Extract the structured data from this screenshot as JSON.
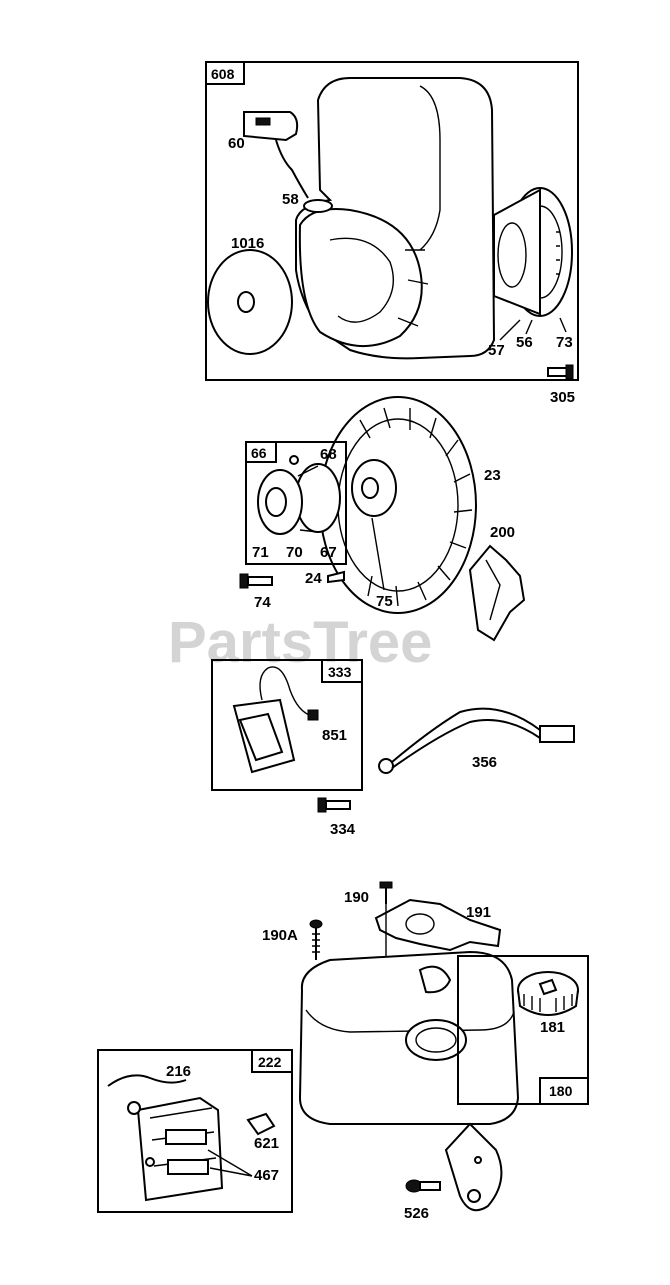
{
  "watermark": "PartsTree",
  "colors": {
    "line": "#000000",
    "background": "#ffffff",
    "watermark": "#d4d4d4"
  },
  "group_boxes": [
    {
      "id": "608",
      "label": "608"
    },
    {
      "id": "66",
      "label": "66"
    },
    {
      "id": "333",
      "label": "333"
    },
    {
      "id": "180",
      "label": "180"
    },
    {
      "id": "222",
      "label": "222"
    }
  ],
  "labels": {
    "p60": "60",
    "p58": "58",
    "p1016": "1016",
    "p57": "57",
    "p56": "56",
    "p73": "73",
    "p305": "305",
    "p68": "68",
    "p23": "23",
    "p71": "71",
    "p70": "70",
    "p67": "67",
    "p200": "200",
    "p74": "74",
    "p24": "24",
    "p75": "75",
    "p851": "851",
    "p356": "356",
    "p334": "334",
    "p190": "190",
    "p191": "191",
    "p190a": "190A",
    "p181": "181",
    "p216": "216",
    "p621": "621",
    "p467": "467",
    "p526": "526"
  }
}
